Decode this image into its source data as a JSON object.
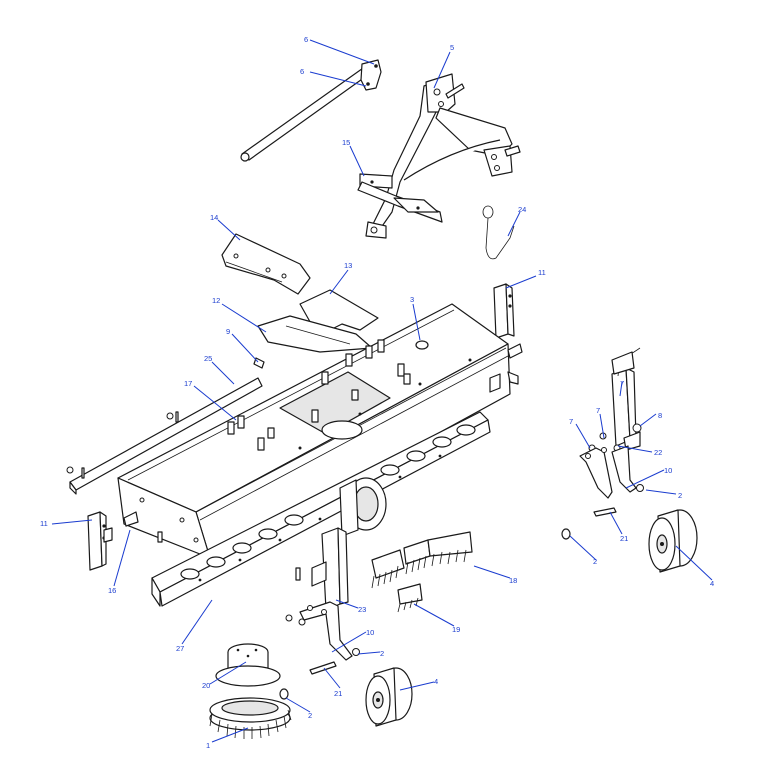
{
  "colors": {
    "callout": "#1a3ccf",
    "line": "#1a1a1a",
    "background": "#ffffff"
  },
  "callouts": [
    {
      "id": "c6a",
      "text": "6"
    },
    {
      "id": "c6b",
      "text": "6"
    },
    {
      "id": "c5",
      "text": "5"
    },
    {
      "id": "c15",
      "text": "15"
    },
    {
      "id": "c24",
      "text": "24"
    },
    {
      "id": "c14",
      "text": "14"
    },
    {
      "id": "c13",
      "text": "13"
    },
    {
      "id": "c11a",
      "text": "11"
    },
    {
      "id": "c12",
      "text": "12"
    },
    {
      "id": "c3",
      "text": "3"
    },
    {
      "id": "c9",
      "text": "9"
    },
    {
      "id": "c25",
      "text": "25"
    },
    {
      "id": "c17",
      "text": "17"
    },
    {
      "id": "c7a",
      "text": "7"
    },
    {
      "id": "c7b",
      "text": "7"
    },
    {
      "id": "c7c",
      "text": "7"
    },
    {
      "id": "c8",
      "text": "8"
    },
    {
      "id": "c22",
      "text": "22"
    },
    {
      "id": "c10a",
      "text": "10"
    },
    {
      "id": "c2a",
      "text": "2"
    },
    {
      "id": "c21a",
      "text": "21"
    },
    {
      "id": "c2b",
      "text": "2"
    },
    {
      "id": "c4a",
      "text": "4"
    },
    {
      "id": "c11b",
      "text": "11"
    },
    {
      "id": "c16",
      "text": "16"
    },
    {
      "id": "c18",
      "text": "18"
    },
    {
      "id": "c23",
      "text": "23"
    },
    {
      "id": "c19",
      "text": "19"
    },
    {
      "id": "c27",
      "text": "27"
    },
    {
      "id": "c10b",
      "text": "10"
    },
    {
      "id": "c2c",
      "text": "2"
    },
    {
      "id": "c20",
      "text": "20"
    },
    {
      "id": "c21b",
      "text": "21"
    },
    {
      "id": "c4b",
      "text": "4"
    },
    {
      "id": "c2d",
      "text": "2"
    },
    {
      "id": "c1",
      "text": "1"
    }
  ]
}
